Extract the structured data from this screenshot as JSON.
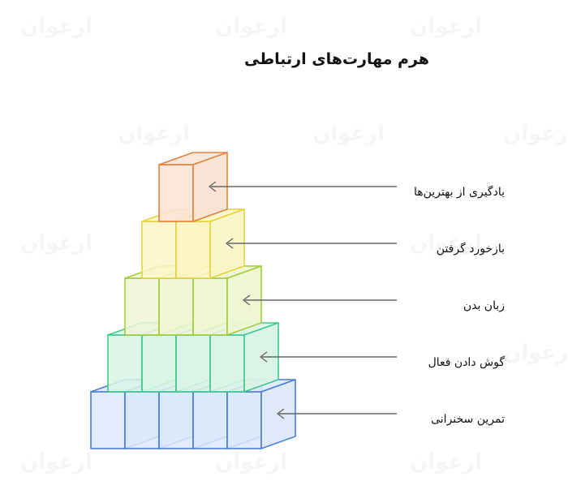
{
  "title": "هرم مهارت‌های ارتباطی",
  "watermark": "ارغوان",
  "levels": [
    {
      "label": "یادگیری از بهترین‌ها",
      "color": "#e0823e",
      "fill": "#fbe3d3"
    },
    {
      "label": "بازخورد گرفتن",
      "color": "#e6d13a",
      "fill": "#fbf6c6"
    },
    {
      "label": "زبان بدن",
      "color": "#a5cc3a",
      "fill": "#eef6d2"
    },
    {
      "label": "گوش دادن فعال",
      "color": "#3ec98a",
      "fill": "#d8f4e6"
    },
    {
      "label": "تمرین سخنرانی",
      "color": "#4a7fd8",
      "fill": "#dde8fa"
    }
  ],
  "arrow_color": "#666666"
}
